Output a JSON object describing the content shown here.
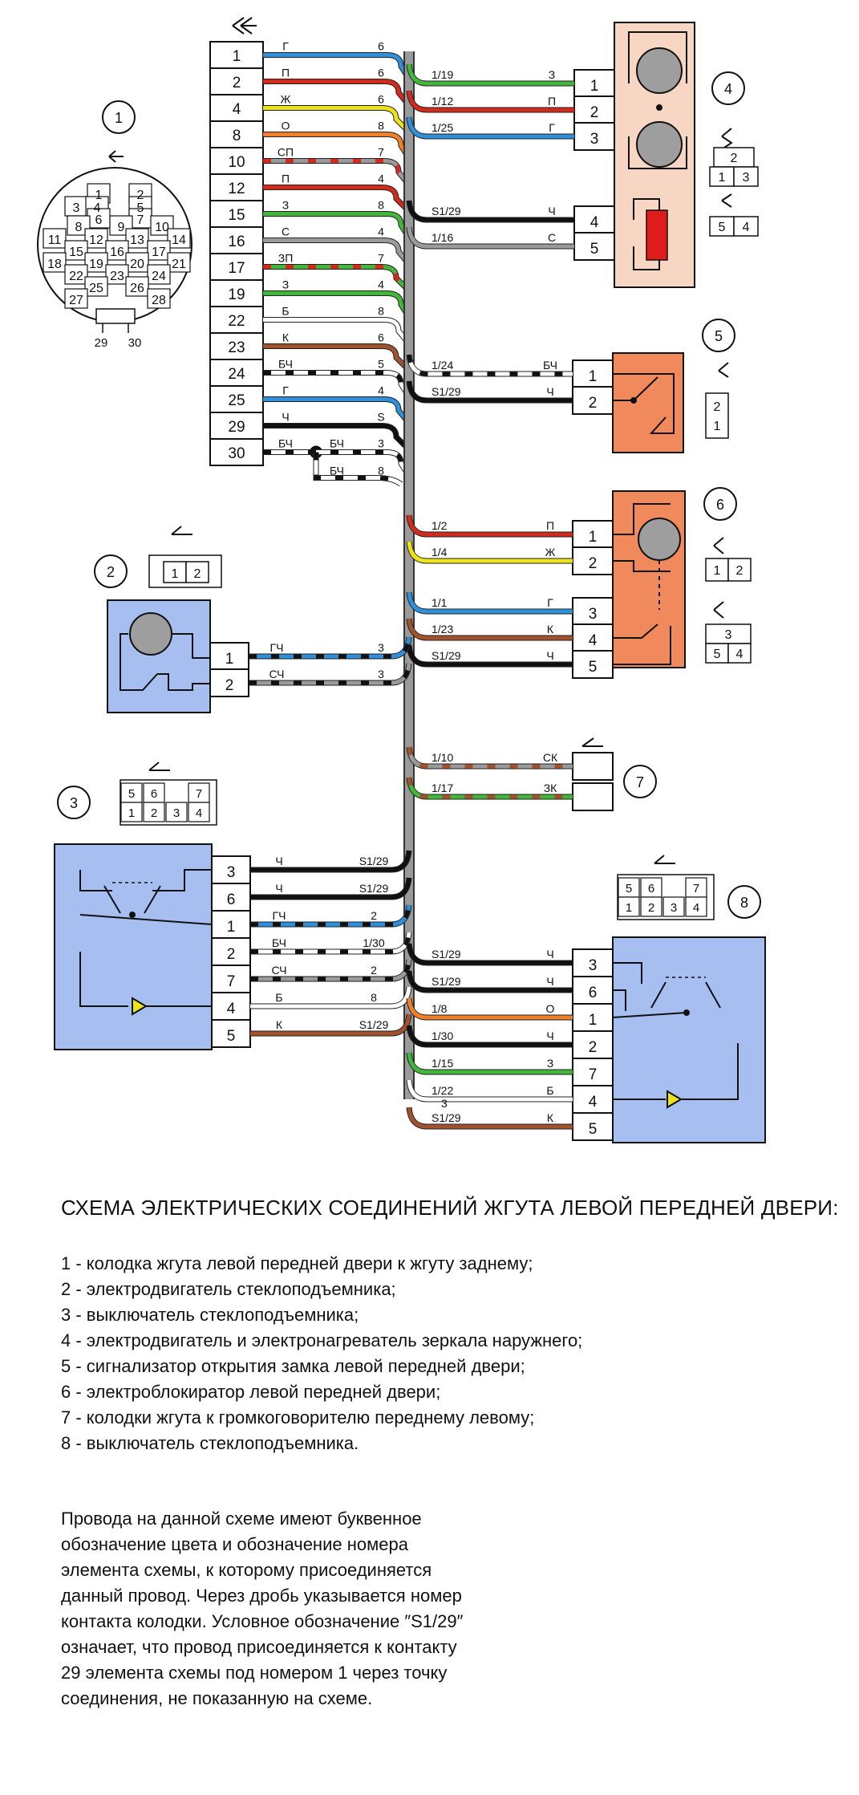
{
  "elements": {
    "e1": {
      "num": "1",
      "pins": [
        "1",
        "2",
        "3",
        "4",
        "5",
        "6",
        "7",
        "8",
        "9",
        "10",
        "11",
        "12",
        "13",
        "14",
        "15",
        "16",
        "17",
        "18",
        "19",
        "20",
        "21",
        "22",
        "23",
        "24",
        "25",
        "26",
        "27",
        "28"
      ],
      "pin29": "29",
      "pin30": "30"
    },
    "e2": {
      "num": "2",
      "conn": [
        "1",
        "2"
      ]
    },
    "e3": {
      "num": "3",
      "conn_top": [
        "5",
        "6",
        "7"
      ],
      "conn_bottom": [
        "1",
        "2",
        "3",
        "4"
      ]
    },
    "e4": {
      "num": "4",
      "conn_a_top": "2",
      "conn_a_bottom": [
        "1",
        "3"
      ],
      "conn_b": [
        "5",
        "4"
      ]
    },
    "e5": {
      "num": "5",
      "conn": [
        "2",
        "1"
      ]
    },
    "e6": {
      "num": "6",
      "conn_a": [
        "1",
        "2"
      ],
      "conn_b_top": "3",
      "conn_b_bottom": [
        "5",
        "4"
      ]
    },
    "e7": {
      "num": "7"
    },
    "e8": {
      "num": "8",
      "conn_top": [
        "5",
        "6",
        "7"
      ],
      "conn_bottom": [
        "1",
        "2",
        "3",
        "4"
      ]
    }
  },
  "harness": {
    "connector_pins": [
      "1",
      "2",
      "4",
      "8",
      "10",
      "12",
      "15",
      "16",
      "17",
      "19",
      "22",
      "23",
      "24",
      "25",
      "29",
      "30"
    ],
    "wires": [
      {
        "color": "Г",
        "dest": "6"
      },
      {
        "color": "П",
        "dest": "6"
      },
      {
        "color": "Ж",
        "dest": "6"
      },
      {
        "color": "О",
        "dest": "8"
      },
      {
        "color": "СП",
        "dest": "7"
      },
      {
        "color": "П",
        "dest": "4"
      },
      {
        "color": "З",
        "dest": "8"
      },
      {
        "color": "С",
        "dest": "4"
      },
      {
        "color": "ЗП",
        "dest": "7"
      },
      {
        "color": "З",
        "dest": "4"
      },
      {
        "color": "Б",
        "dest": "8"
      },
      {
        "color": "К",
        "dest": "6"
      },
      {
        "color": "БЧ",
        "dest": "5"
      },
      {
        "color": "Г",
        "dest": "4"
      },
      {
        "color": "Ч",
        "dest": "S"
      },
      {
        "color": "БЧ",
        "dest": "3"
      }
    ],
    "splice": [
      {
        "color": "БЧ",
        "dest": "3"
      },
      {
        "color": "БЧ",
        "dest": "8"
      }
    ]
  },
  "links": {
    "e4": [
      {
        "pin": "1",
        "src": "1/19",
        "color": "З"
      },
      {
        "pin": "2",
        "src": "1/12",
        "color": "П"
      },
      {
        "pin": "3",
        "src": "1/25",
        "color": "Г"
      },
      {
        "pin": "4",
        "src": "S1/29",
        "color": "Ч"
      },
      {
        "pin": "5",
        "src": "1/16",
        "color": "С"
      }
    ],
    "e5": [
      {
        "pin": "1",
        "src": "1/24",
        "color": "БЧ"
      },
      {
        "pin": "2",
        "src": "S1/29",
        "color": "Ч"
      }
    ],
    "e6": [
      {
        "pin": "1",
        "src": "1/2",
        "color": "П"
      },
      {
        "pin": "2",
        "src": "1/4",
        "color": "Ж"
      },
      {
        "pin": "3",
        "src": "1/1",
        "color": "Г"
      },
      {
        "pin": "4",
        "src": "1/23",
        "color": "К"
      },
      {
        "pin": "5",
        "src": "S1/29",
        "color": "Ч"
      }
    ],
    "e7": [
      {
        "src": "1/10",
        "color": "СК"
      },
      {
        "src": "1/17",
        "color": "ЗК"
      }
    ],
    "e2": [
      {
        "pin": "1",
        "color": "ГЧ",
        "dest": "3"
      },
      {
        "pin": "2",
        "color": "СЧ",
        "dest": "3"
      }
    ],
    "e3": [
      {
        "pin": "3",
        "color": "Ч",
        "dest": "S1/29"
      },
      {
        "pin": "6",
        "color": "Ч",
        "dest": "S1/29"
      },
      {
        "pin": "1",
        "color": "ГЧ",
        "dest": "2"
      },
      {
        "pin": "2",
        "color": "БЧ",
        "dest": "1/30"
      },
      {
        "pin": "7",
        "color": "СЧ",
        "dest": "2"
      },
      {
        "pin": "4",
        "color": "Б",
        "dest": "8"
      },
      {
        "pin": "5",
        "color": "К",
        "dest": "S1/29"
      }
    ],
    "e8": [
      {
        "pin": "3",
        "src": "S1/29",
        "color": "Ч"
      },
      {
        "pin": "6",
        "src": "S1/29",
        "color": "Ч"
      },
      {
        "pin": "1",
        "src": "1/8",
        "color": "О"
      },
      {
        "pin": "2",
        "src": "1/30",
        "color": "Ч"
      },
      {
        "pin": "7",
        "src": "1/15",
        "color": "З"
      },
      {
        "pin": "4",
        "src": "1/22",
        "color": "Б"
      },
      {
        "pin": "5",
        "src": "S1/29",
        "color": "К"
      }
    ],
    "e8_extra": "3"
  },
  "wire_colors": {
    "Г": "#2f8fd8",
    "П": "#d32a1e",
    "Ж": "#ece419",
    "О": "#ef7f28",
    "З": "#42b63b",
    "С": "#9a9a9a",
    "Б": "#ffffff",
    "К": "#a0522d",
    "Ч": "#111111"
  },
  "caption": {
    "title": "СХЕМА ЭЛЕКТРИЧЕСКИХ СОЕДИНЕНИЙ ЖГУТА ЛЕВОЙ ПЕРЕДНЕЙ ДВЕРИ:",
    "legend": [
      "1 - колодка жгута левой передней двери к жгуту заднему;",
      "2 - электродвигатель стеклоподъемника;",
      "3 - выключатель стеклоподъемника;",
      "4 - электродвигатель и электронагреватель зеркала наружнего;",
      "5 - сигнализатор открытия замка левой передней двери;",
      "6 - электроблокиратор левой передней двери;",
      "7 - колодки жгута к громкоговорителю переднему левому;",
      "8 -  выключатель стеклоподъемника."
    ],
    "note": [
      "Провода на данной схеме имеют буквенное",
      "обозначение цвета и обозначение номера",
      "элемента схемы, к которому присоединяется",
      "данный провод. Через дробь указывается номер",
      "контакта колодки. Условное обозначение ″S1/29″",
      "означает, что провод присоединяется к контакту",
      "29  элемента схемы под номером 1 через точку",
      "соединения, не показанную на схеме."
    ]
  }
}
